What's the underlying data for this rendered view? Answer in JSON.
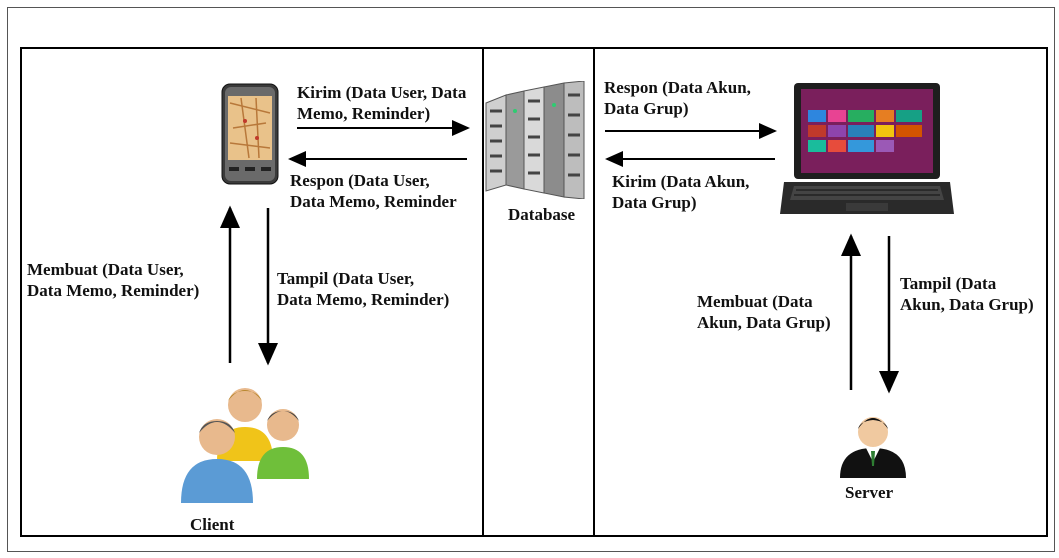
{
  "labels": {
    "kirim_client": [
      "Kirim (Data User, Data",
      "Memo, Reminder)"
    ],
    "respon_client": [
      "Respon (Data User,",
      "Data Memo, Reminder"
    ],
    "respon_server": [
      "Respon (Data Akun,",
      "Data Grup)"
    ],
    "kirim_server": [
      "Kirim (Data Akun,",
      "Data Grup)"
    ],
    "database": "Database",
    "membuat_client": [
      "Membuat (Data User,",
      "Data Memo, Reminder)"
    ],
    "tampil_client": [
      "Tampil (Data User,",
      "Data Memo, Reminder)"
    ],
    "membuat_server": [
      "Membuat (Data",
      "Akun, Data Grup)"
    ],
    "tampil_server": [
      "Tampil (Data",
      "Akun, Data Grup)"
    ],
    "client": "Client",
    "server": "Server"
  },
  "icons": {
    "phone": "smartphone-icon",
    "database": "server-rack-icon",
    "laptop": "laptop-icon",
    "users": "user-group-icon",
    "admin": "admin-user-icon"
  },
  "colors": {
    "line": "#000000",
    "laptop_screen": "#7a1f5c",
    "users_blue": "#5b9bd5",
    "users_yellow": "#f0c419",
    "users_green": "#6fbf3a"
  }
}
